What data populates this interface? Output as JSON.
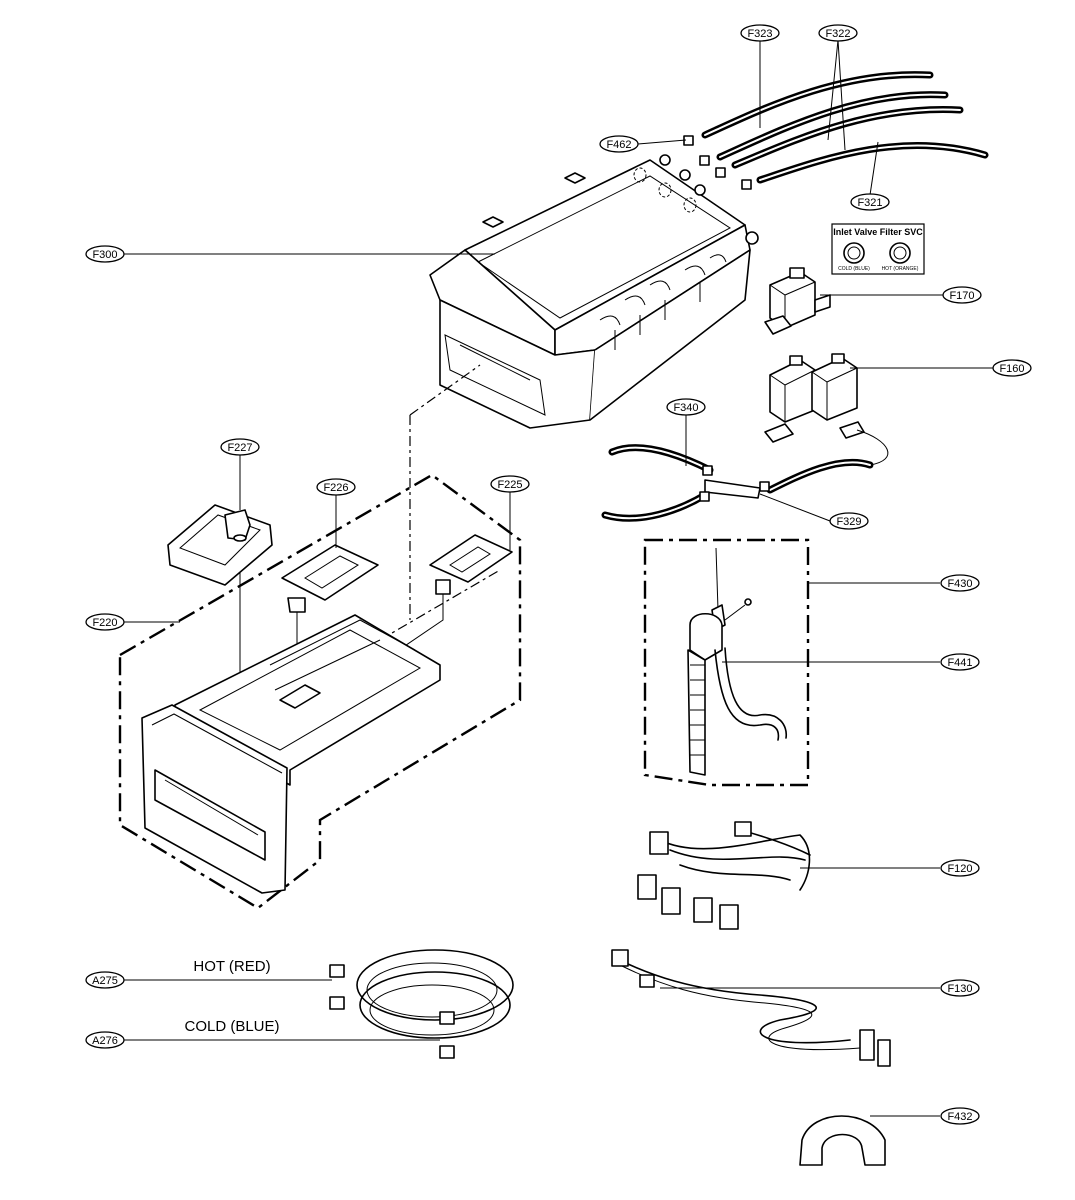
{
  "callouts": [
    {
      "id": "F323"
    },
    {
      "id": "F322"
    },
    {
      "id": "F462"
    },
    {
      "id": "F321"
    },
    {
      "id": "F300"
    },
    {
      "id": "F170"
    },
    {
      "id": "F160"
    },
    {
      "id": "F340"
    },
    {
      "id": "F227"
    },
    {
      "id": "F226"
    },
    {
      "id": "F225"
    },
    {
      "id": "F329"
    },
    {
      "id": "F220"
    },
    {
      "id": "F430"
    },
    {
      "id": "F441"
    },
    {
      "id": "F120"
    },
    {
      "id": "A275"
    },
    {
      "id": "F130"
    },
    {
      "id": "A276"
    },
    {
      "id": "F432"
    }
  ],
  "labels": {
    "hot": "HOT (RED)",
    "cold": "COLD (BLUE)"
  },
  "filter_box": {
    "title": "Inlet Valve Filter SVC",
    "cold": "COLD (BLUE)",
    "hot": "HOT (ORANGE)"
  }
}
